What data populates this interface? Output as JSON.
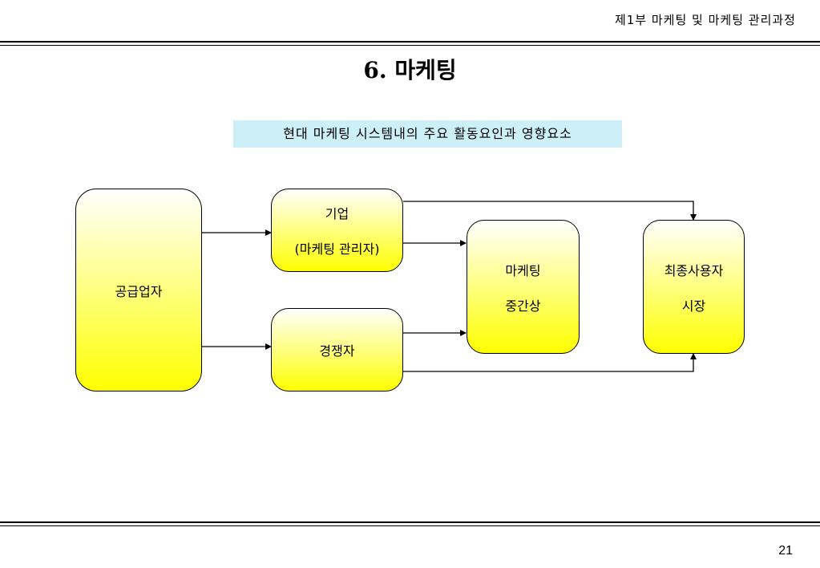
{
  "header": {
    "text": "제1부  마케팅  및  마케팅  관리과정"
  },
  "title": "6.  마케팅",
  "subtitle": "현대 마케팅 시스템내의 주요 활동요인과 영향요소",
  "nodes": {
    "supplier": {
      "line1": "공급업자"
    },
    "company": {
      "line1": "기업",
      "line2": "(마케팅 관리자)"
    },
    "competitor": {
      "line1": "경쟁자"
    },
    "intermediary": {
      "line1": "마케팅",
      "line2": "중간상"
    },
    "end_market": {
      "line1": "최종사용자",
      "line2": "시장"
    }
  },
  "edges": [
    {
      "from": "supplier",
      "to": "company"
    },
    {
      "from": "supplier",
      "to": "competitor"
    },
    {
      "from": "company",
      "to": "intermediary"
    },
    {
      "from": "competitor",
      "to": "intermediary"
    },
    {
      "from": "company",
      "to": "end_market"
    },
    {
      "from": "competitor",
      "to": "end_market"
    }
  ],
  "colors": {
    "box_fill_top": "#ffffff",
    "box_fill_bottom": "#ffff00",
    "subtitle_bg": "#cdeff8"
  },
  "page_number": "21"
}
